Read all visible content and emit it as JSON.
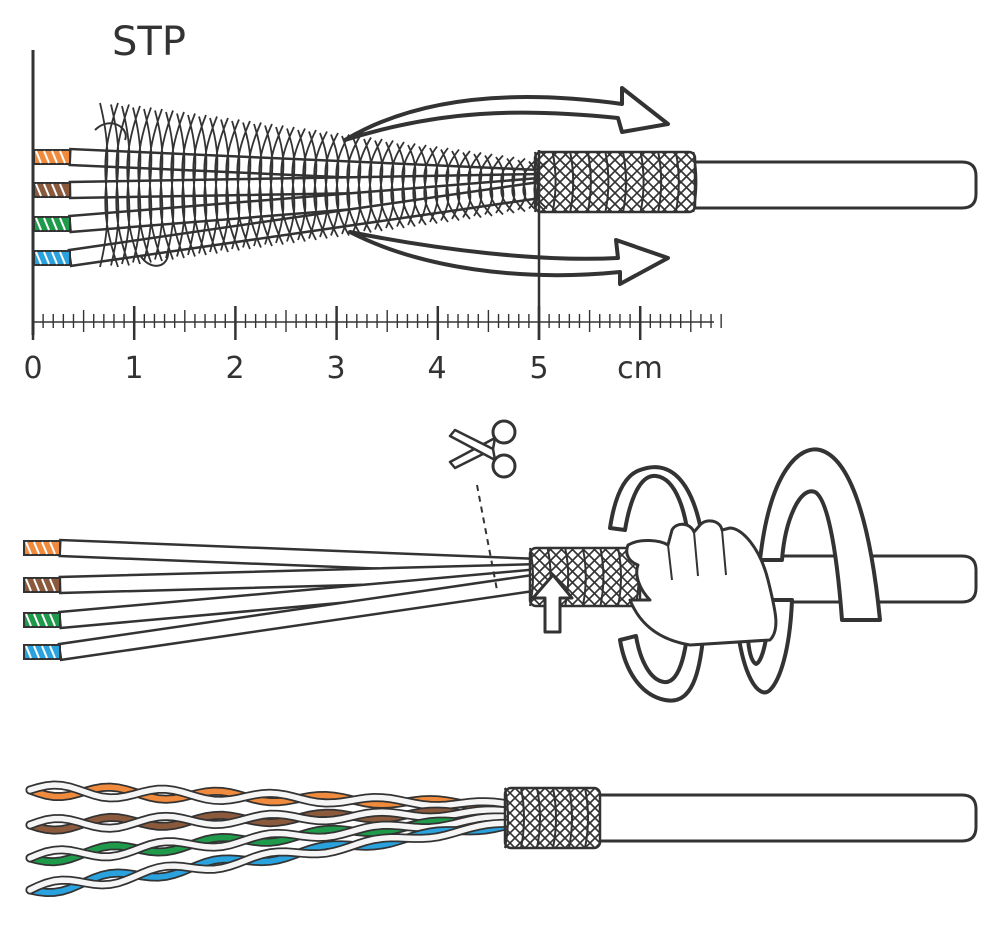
{
  "title": "STP",
  "ruler": {
    "labels": [
      "0",
      "1",
      "2",
      "3",
      "4",
      "5"
    ],
    "unit": "cm",
    "max_cm": 6.8,
    "minor_step_cm": 0.1,
    "marker_cm": 5
  },
  "steps": [
    {
      "id": "strip-jacket",
      "jacket_strip_cm": 5,
      "shield": "loosened and folded back"
    },
    {
      "id": "cut-and-fold-shield",
      "icon": "scissors-icon",
      "action": "cut, fold back around jacket"
    },
    {
      "id": "pairs-ready",
      "pairs": [
        "orange",
        "brown",
        "green",
        "blue"
      ]
    }
  ],
  "colors": {
    "outline": "#333333",
    "orange": "#f08a3c",
    "brown": "#8b5a3c",
    "green": "#1f9a4a",
    "blue": "#2aa2dd",
    "white": "#ffffff"
  }
}
